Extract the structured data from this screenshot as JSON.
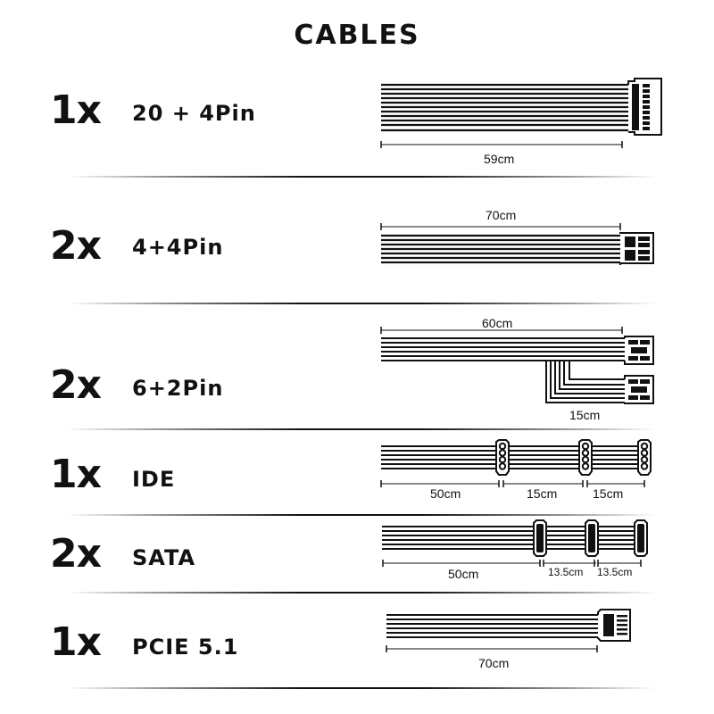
{
  "title": "CABLES",
  "cables": [
    {
      "qty": "1x",
      "name": "20 + 4Pin",
      "lengths": [
        "59cm"
      ]
    },
    {
      "qty": "2x",
      "name": "4+4Pin",
      "lengths": [
        "70cm"
      ]
    },
    {
      "qty": "2x",
      "name": "6+2Pin",
      "lengths": [
        "60cm",
        "15cm"
      ]
    },
    {
      "qty": "1x",
      "name": "IDE",
      "lengths": [
        "50cm",
        "15cm",
        "15cm"
      ]
    },
    {
      "qty": "2x",
      "name": "SATA",
      "lengths": [
        "50cm",
        "13.5cm",
        "13.5cm"
      ]
    },
    {
      "qty": "1x",
      "name": "PCIE 5.1",
      "lengths": [
        "70cm"
      ]
    }
  ]
}
